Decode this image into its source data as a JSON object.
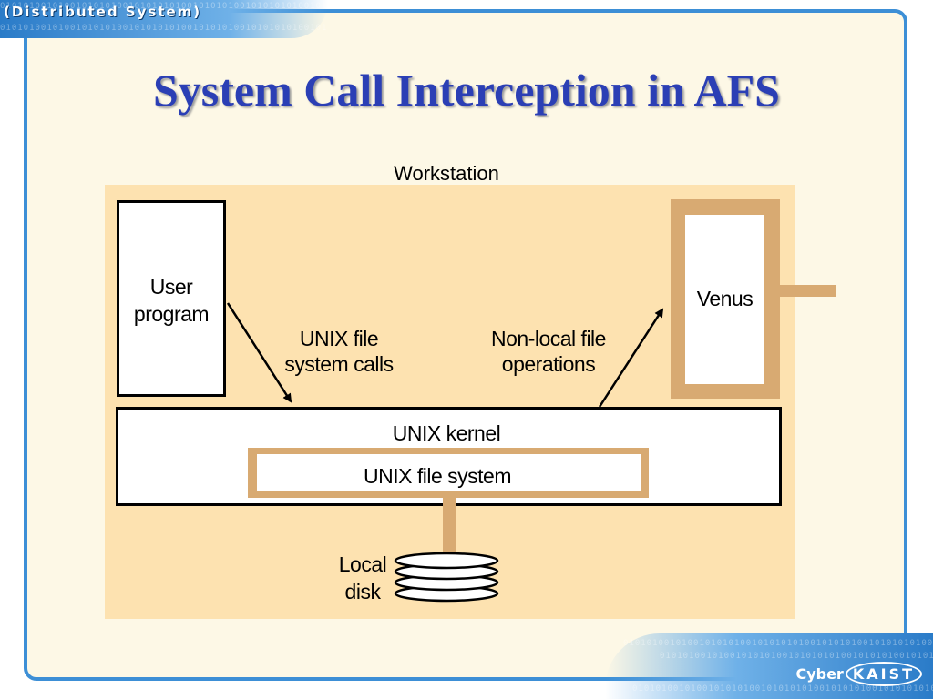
{
  "header": {
    "label": "(Distributed System)",
    "binary_pattern": "0101010010100101010100101010101001010101001010101010010101010010101010100101010"
  },
  "footer": {
    "logo_prefix": "Cyber",
    "logo_ring": "KAIST"
  },
  "slide": {
    "title": "System Call Interception in AFS"
  },
  "diagram": {
    "workstation_label": "Workstation",
    "user_program_label": "User\nprogram",
    "venus_label": "Venus",
    "syscalls_label": "UNIX file\nsystem calls",
    "nonlocal_label": "Non-local file\noperations",
    "kernel_label": "UNIX kernel",
    "filesystem_label": "UNIX file system",
    "disk_label": "Local\ndisk"
  },
  "colors": {
    "title": "#2b3fb5",
    "frame_border": "#3d8fd6",
    "workstation_fill": "#fde2b0",
    "connector_fill": "#d8aa72"
  }
}
